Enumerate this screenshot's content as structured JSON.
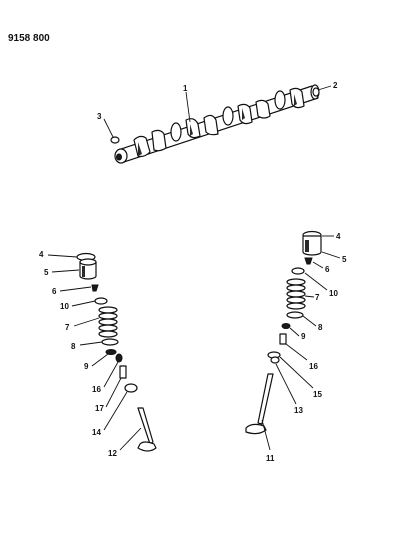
{
  "document_number": "9158 800",
  "callouts": {
    "camshaft": "1",
    "camshaft_plug_right": "2",
    "camshaft_plug_left": "3",
    "left_pad": "4",
    "left_tappet": "5",
    "left_keeper": "6",
    "left_seat_upper": "10",
    "left_spring": "7",
    "left_seat_lower": "8",
    "left_washer": "9",
    "left_seal": "16",
    "left_guide": "17",
    "left_insert": "14",
    "left_valve": "12",
    "right_pad": "4",
    "right_tappet": "5",
    "right_keeper": "6",
    "right_seat_upper": "10",
    "right_spring": "7",
    "right_seat_lower": "8",
    "right_washer": "9",
    "right_seal": "16",
    "right_guide": "15",
    "right_insert": "13",
    "right_valve": "11"
  }
}
